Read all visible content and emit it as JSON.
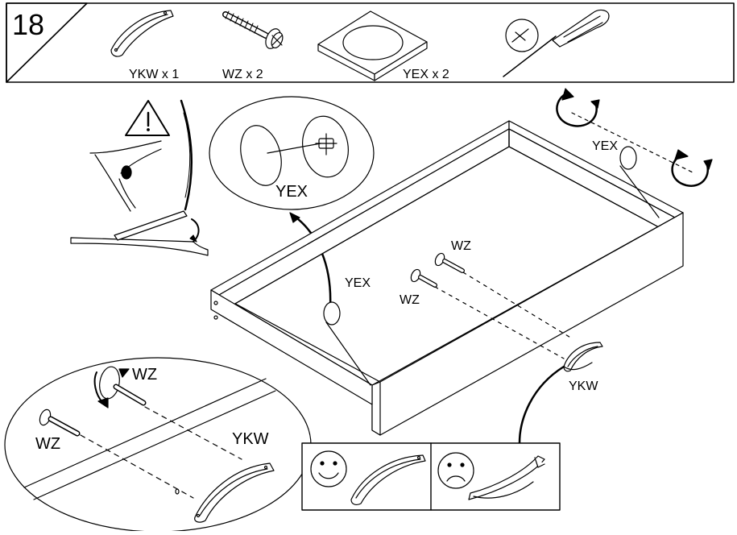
{
  "step": {
    "number": "18"
  },
  "parts_header": {
    "items": [
      {
        "label": "YKW x 1",
        "icon": "handle-icon"
      },
      {
        "label": "WZ x 2",
        "icon": "screw-icon"
      },
      {
        "label": "YEX x 2",
        "icon": "cover-cap-sheet-icon"
      },
      {
        "label": "",
        "icon": "screwdriver-icon"
      }
    ]
  },
  "callouts": {
    "yex_zoom": "YEX",
    "yex_front": "YEX",
    "yex_back": "YEX",
    "wz_upper": "WZ",
    "wz_lower": "WZ",
    "ykw_main": "YKW"
  },
  "detail_zoom": {
    "wz_washer": "WZ",
    "wz_screw": "WZ",
    "ykw": "YKW"
  },
  "comparison": {
    "good": {
      "face": "smiley-face-icon"
    },
    "bad": {
      "face": "sad-face-icon"
    }
  },
  "colors": {
    "line": "#000000",
    "fill": "#ffffff",
    "shade": "#bfbfbf"
  }
}
